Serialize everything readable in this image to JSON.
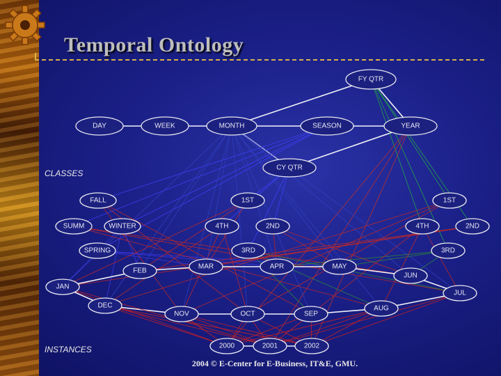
{
  "title": "Temporal Ontology",
  "sections": {
    "classes": "CLASSES",
    "instances": "INSTANCES"
  },
  "footer": "2004 © E-Center for E-Business, IT&E, GMU.",
  "colors": {
    "background": "#1a1f86",
    "node_outline": "#e8e8f0",
    "title": "#bdbdbd",
    "accent": "#d8b24a"
  },
  "icons": [
    "gear-icon"
  ],
  "nodes": [
    {
      "id": "fyqtr",
      "label": "FY QTR"
    },
    {
      "id": "day",
      "label": "DAY"
    },
    {
      "id": "week",
      "label": "WEEK"
    },
    {
      "id": "month",
      "label": "MONTH"
    },
    {
      "id": "season",
      "label": "SEASON"
    },
    {
      "id": "year",
      "label": "YEAR"
    },
    {
      "id": "cyqtr",
      "label": "CY QTR"
    },
    {
      "id": "fall",
      "label": "FALL"
    },
    {
      "id": "s1st",
      "label": "1ST"
    },
    {
      "id": "f1st",
      "label": "1ST"
    },
    {
      "id": "summ",
      "label": "SUMM"
    },
    {
      "id": "winter",
      "label": "WINTER"
    },
    {
      "id": "s4th",
      "label": "4TH"
    },
    {
      "id": "s2nd",
      "label": "2ND"
    },
    {
      "id": "f4th",
      "label": "4TH"
    },
    {
      "id": "f2nd",
      "label": "2ND"
    },
    {
      "id": "spring",
      "label": "SPRING"
    },
    {
      "id": "s3rd",
      "label": "3RD"
    },
    {
      "id": "f3rd",
      "label": "3RD"
    },
    {
      "id": "feb",
      "label": "FEB"
    },
    {
      "id": "mar",
      "label": "MAR"
    },
    {
      "id": "apr",
      "label": "APR"
    },
    {
      "id": "may",
      "label": "MAY"
    },
    {
      "id": "jun",
      "label": "JUN"
    },
    {
      "id": "jan",
      "label": "JAN"
    },
    {
      "id": "jul",
      "label": "JUL"
    },
    {
      "id": "dec",
      "label": "DEC"
    },
    {
      "id": "nov",
      "label": "NOV"
    },
    {
      "id": "oct",
      "label": "OCT"
    },
    {
      "id": "sep",
      "label": "SEP"
    },
    {
      "id": "aug",
      "label": "AUG"
    },
    {
      "id": "y2000",
      "label": "2000"
    },
    {
      "id": "y2001",
      "label": "2001"
    },
    {
      "id": "y2002",
      "label": "2002"
    }
  ],
  "edges": [
    [
      "fyqtr",
      "month",
      "#ffffff"
    ],
    [
      "fyqtr",
      "year",
      "#ffffff"
    ],
    [
      "day",
      "week",
      "#ffffff"
    ],
    [
      "week",
      "month",
      "#ffffff"
    ],
    [
      "month",
      "season",
      "#ffffff"
    ],
    [
      "season",
      "year",
      "#ffffff"
    ],
    [
      "cyqtr",
      "year",
      "#ffffff"
    ],
    [
      "cyqtr",
      "month",
      "#ffffff"
    ],
    [
      "fyqtr",
      "f1st",
      "#22aa44"
    ],
    [
      "fyqtr",
      "f2nd",
      "#22aa44"
    ],
    [
      "fyqtr",
      "f3rd",
      "#22aa44"
    ],
    [
      "fyqtr",
      "f4th",
      "#22aa44"
    ],
    [
      "year",
      "y2000",
      "#c03030"
    ],
    [
      "year",
      "y2001",
      "#c03030"
    ],
    [
      "year",
      "y2002",
      "#c03030"
    ],
    [
      "season",
      "fall",
      "#4040ff"
    ],
    [
      "season",
      "summ",
      "#4040ff"
    ],
    [
      "season",
      "winter",
      "#4040ff"
    ],
    [
      "season",
      "spring",
      "#4040ff"
    ],
    [
      "cyqtr",
      "s1st",
      "#4040ff"
    ],
    [
      "cyqtr",
      "s2nd",
      "#4040ff"
    ],
    [
      "cyqtr",
      "s3rd",
      "#4040ff"
    ],
    [
      "cyqtr",
      "s4th",
      "#4040ff"
    ],
    [
      "month",
      "jan",
      "#3040c0"
    ],
    [
      "month",
      "feb",
      "#3040c0"
    ],
    [
      "month",
      "mar",
      "#3040c0"
    ],
    [
      "month",
      "apr",
      "#3040c0"
    ],
    [
      "month",
      "may",
      "#3040c0"
    ],
    [
      "month",
      "jun",
      "#3040c0"
    ],
    [
      "month",
      "jul",
      "#3040c0"
    ],
    [
      "month",
      "aug",
      "#3040c0"
    ],
    [
      "month",
      "sep",
      "#3040c0"
    ],
    [
      "month",
      "oct",
      "#3040c0"
    ],
    [
      "month",
      "nov",
      "#3040c0"
    ],
    [
      "month",
      "dec",
      "#3040c0"
    ],
    [
      "fall",
      "sep",
      "#c02828"
    ],
    [
      "fall",
      "oct",
      "#c02828"
    ],
    [
      "fall",
      "nov",
      "#c02828"
    ],
    [
      "winter",
      "dec",
      "#3838e0"
    ],
    [
      "winter",
      "jan",
      "#3838e0"
    ],
    [
      "winter",
      "feb",
      "#3838e0"
    ],
    [
      "spring",
      "mar",
      "#3838e0"
    ],
    [
      "spring",
      "apr",
      "#3838e0"
    ],
    [
      "spring",
      "may",
      "#3838e0"
    ],
    [
      "summ",
      "jun",
      "#c02828"
    ],
    [
      "summ",
      "jul",
      "#c02828"
    ],
    [
      "summ",
      "aug",
      "#c02828"
    ],
    [
      "s1st",
      "jan",
      "#c02828"
    ],
    [
      "s1st",
      "feb",
      "#c02828"
    ],
    [
      "s1st",
      "mar",
      "#c02828"
    ],
    [
      "s2nd",
      "apr",
      "#c02828"
    ],
    [
      "s2nd",
      "may",
      "#c02828"
    ],
    [
      "s2nd",
      "jun",
      "#c02828"
    ],
    [
      "s3rd",
      "jul",
      "#2a8a3a"
    ],
    [
      "s3rd",
      "aug",
      "#2a8a3a"
    ],
    [
      "s3rd",
      "sep",
      "#2a8a3a"
    ],
    [
      "s4th",
      "oct",
      "#c02828"
    ],
    [
      "s4th",
      "nov",
      "#c02828"
    ],
    [
      "s4th",
      "dec",
      "#c02828"
    ],
    [
      "f1st",
      "oct",
      "#c02828"
    ],
    [
      "f1st",
      "nov",
      "#c02828"
    ],
    [
      "f1st",
      "dec",
      "#c02828"
    ],
    [
      "f2nd",
      "jan",
      "#c02828"
    ],
    [
      "f2nd",
      "feb",
      "#c02828"
    ],
    [
      "f2nd",
      "mar",
      "#c02828"
    ],
    [
      "f3rd",
      "apr",
      "#2a8a3a"
    ],
    [
      "f3rd",
      "may",
      "#2a8a3a"
    ],
    [
      "f3rd",
      "jun",
      "#2a8a3a"
    ],
    [
      "f4th",
      "jul",
      "#c02828"
    ],
    [
      "f4th",
      "aug",
      "#c02828"
    ],
    [
      "f4th",
      "sep",
      "#c02828"
    ],
    [
      "jan",
      "feb",
      "#ffffff"
    ],
    [
      "feb",
      "mar",
      "#ffffff"
    ],
    [
      "mar",
      "apr",
      "#ffffff"
    ],
    [
      "apr",
      "may",
      "#ffffff"
    ],
    [
      "may",
      "jun",
      "#ffffff"
    ],
    [
      "jun",
      "jul",
      "#ffffff"
    ],
    [
      "jul",
      "aug",
      "#ffffff"
    ],
    [
      "aug",
      "sep",
      "#ffffff"
    ],
    [
      "sep",
      "oct",
      "#ffffff"
    ],
    [
      "oct",
      "nov",
      "#ffffff"
    ],
    [
      "nov",
      "dec",
      "#ffffff"
    ],
    [
      "dec",
      "jan",
      "#ffffff"
    ],
    [
      "y2000",
      "dec",
      "#d02020"
    ],
    [
      "y2000",
      "nov",
      "#d02020"
    ],
    [
      "y2000",
      "oct",
      "#d02020"
    ],
    [
      "y2000",
      "sep",
      "#d02020"
    ],
    [
      "y2000",
      "aug",
      "#d02020"
    ],
    [
      "y2000",
      "jan",
      "#d02020"
    ],
    [
      "y2001",
      "dec",
      "#d02020"
    ],
    [
      "y2001",
      "nov",
      "#d02020"
    ],
    [
      "y2001",
      "oct",
      "#d02020"
    ],
    [
      "y2001",
      "sep",
      "#d02020"
    ],
    [
      "y2001",
      "aug",
      "#d02020"
    ],
    [
      "y2001",
      "jan",
      "#d02020"
    ],
    [
      "y2001",
      "jul",
      "#d02020"
    ],
    [
      "y2002",
      "dec",
      "#d02020"
    ],
    [
      "y2002",
      "nov",
      "#d02020"
    ],
    [
      "y2002",
      "oct",
      "#d02020"
    ],
    [
      "y2002",
      "sep",
      "#d02020"
    ],
    [
      "y2002",
      "aug",
      "#d02020"
    ],
    [
      "y2002",
      "jul",
      "#d02020"
    ],
    [
      "y2000",
      "y2001",
      "#ffffff"
    ],
    [
      "y2001",
      "y2002",
      "#ffffff"
    ]
  ]
}
